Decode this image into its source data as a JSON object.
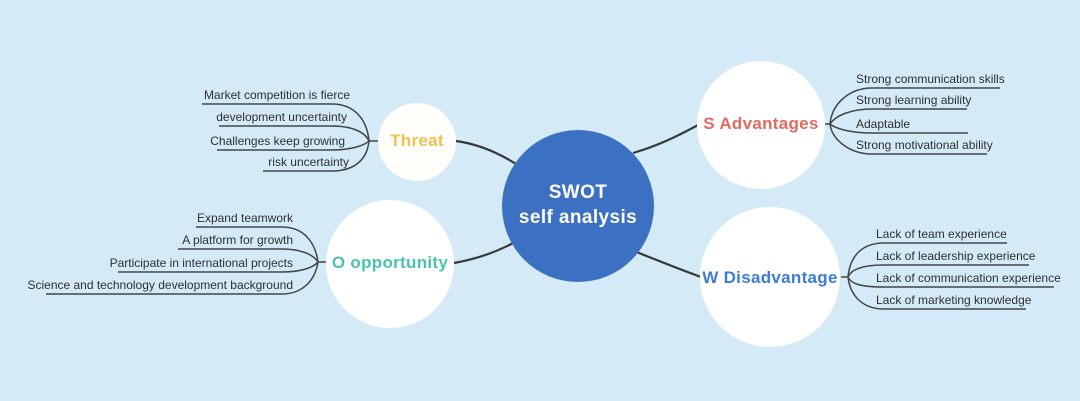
{
  "canvas": {
    "background_color": "#d4ebf7",
    "center_circle_color": "#3b70c3",
    "node_circle_color": "#ffffff",
    "line_color": "#454545"
  },
  "center": {
    "line1": "SWOT",
    "line2": "self analysis",
    "text_color": "#ffffff"
  },
  "branches": [
    {
      "id": "threat",
      "label": "Threat",
      "label_color": "#eec04d",
      "items": [
        "Market competition is fierce",
        "development uncertainty",
        "Challenges keep growing",
        "risk uncertainty"
      ]
    },
    {
      "id": "advantages",
      "label": "S Advantages",
      "label_color": "#e5695e",
      "items": [
        "Strong communication skills",
        "Strong learning ability",
        "Adaptable",
        "Strong motivational ability"
      ]
    },
    {
      "id": "opportunity",
      "label": "O opportunity",
      "label_color": "#49c3b1",
      "items": [
        "Expand teamwork",
        "A platform for growth",
        "Participate in international projects",
        "Science and technology development background"
      ]
    },
    {
      "id": "disadvantage",
      "label": "W Disadvantage",
      "label_color": "#3d7cd8",
      "items": [
        "Lack of team experience",
        "Lack of leadership experience",
        "Lack of communication experience",
        "Lack of marketing knowledge"
      ]
    }
  ]
}
